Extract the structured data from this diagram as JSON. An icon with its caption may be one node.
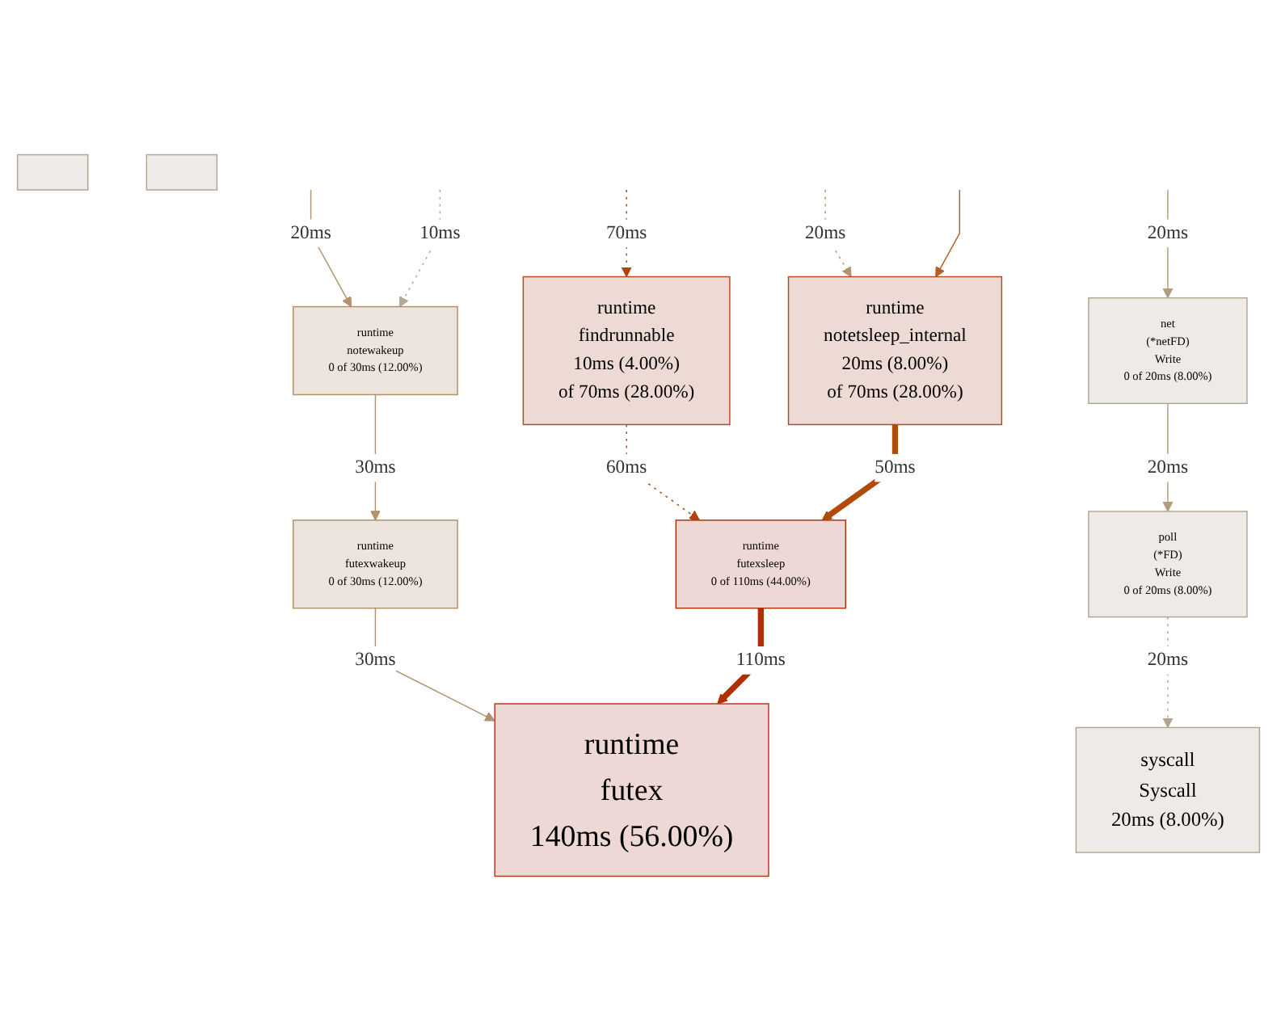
{
  "diagram": {
    "nodes": [
      {
        "text": [
          "runtime",
          "notewakeup",
          "0 of 30ms (12.00%)"
        ]
      },
      {
        "text": [
          "runtime",
          "findrunnable",
          "10ms (4.00%)",
          "of 70ms (28.00%)"
        ]
      },
      {
        "text": [
          "runtime",
          "notetsleep_internal",
          "20ms (8.00%)",
          "of 70ms (28.00%)"
        ]
      },
      {
        "text": [
          "net",
          "(*netFD)",
          "Write",
          "0 of 20ms (8.00%)"
        ]
      },
      {
        "text": [
          "runtime",
          "futexwakeup",
          "0 of 30ms (12.00%)"
        ]
      },
      {
        "text": [
          "runtime",
          "futexsleep",
          "0 of 110ms (44.00%)"
        ]
      },
      {
        "text": [
          "poll",
          "(*FD)",
          "Write",
          "0 of 20ms (8.00%)"
        ]
      },
      {
        "text": [
          "runtime",
          "futex",
          "140ms (56.00%)"
        ]
      },
      {
        "text": [
          "syscall",
          "Syscall",
          "20ms (8.00%)"
        ]
      },
      {
        "text": [],
        "shape": "box"
      },
      {
        "text": [],
        "shape": "box"
      }
    ],
    "edges": [
      {
        "from": null,
        "to": 0,
        "arrow": "to",
        "label": "20ms",
        "color": "#b2936e"
      },
      {
        "from": null,
        "to": 0,
        "arrow": "to",
        "label": "10ms",
        "style": "dashed",
        "color": "#b2aa99"
      },
      {
        "from": null,
        "to": 1,
        "arrow": "to",
        "label": "70ms",
        "style": "dashed",
        "color": "#b2450c"
      },
      {
        "from": null,
        "to": 2,
        "arrow": "to",
        "label": "20ms",
        "style": "dashed",
        "color": "#b2936e"
      },
      {
        "from": null,
        "to": 2,
        "arrow": "to",
        "color": "#b25f22"
      },
      {
        "from": null,
        "to": 3,
        "arrow": "to",
        "label": "20ms",
        "color": "#b29d7f"
      },
      {
        "from": 0,
        "to": 4,
        "arrow": "to",
        "label": "30ms",
        "color": "#b2936e"
      },
      {
        "from": 1,
        "to": 5,
        "arrow": "to",
        "label": "60ms",
        "style": "dashed",
        "color": "#b2450c"
      },
      {
        "from": 2,
        "to": 5,
        "arrow": "to",
        "label": "50ms",
        "style": "thick",
        "color": "#b24a0a"
      },
      {
        "from": 3,
        "to": 6,
        "arrow": "to",
        "label": "20ms",
        "color": "#b29d7f"
      },
      {
        "from": 4,
        "to": 7,
        "arrow": "to",
        "label": "30ms",
        "color": "#b2936e"
      },
      {
        "from": 5,
        "to": 7,
        "arrow": "to",
        "label": "110ms",
        "style": "thick",
        "color": "#b22e00"
      },
      {
        "from": 6,
        "to": 8,
        "arrow": "to",
        "label": "20ms",
        "style": "dashed",
        "color": "#b2a58e"
      }
    ]
  }
}
